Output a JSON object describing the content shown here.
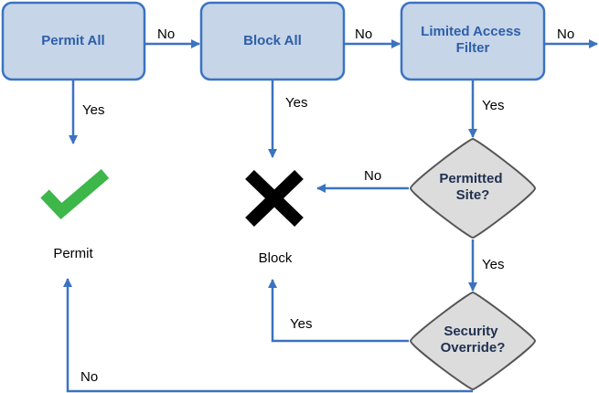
{
  "colors": {
    "box_fill": "#c6d5e8",
    "box_stroke": "#3b73c0",
    "box_text": "#2d5ea8",
    "diamond_fill": "#dcdcdc",
    "diamond_stroke": "#555555",
    "diamond_text": "#1f3050",
    "arrow": "#3b73c0",
    "check": "#3db64a",
    "cross": "#000000",
    "label_text": "#000000"
  },
  "nodes": {
    "permit_all": "Permit All",
    "block_all": "Block All",
    "limited_access_filter": [
      "Limited Access",
      "Filter"
    ],
    "permitted_site": [
      "Permitted",
      "Site?"
    ],
    "security_override": [
      "Security",
      "Override?"
    ]
  },
  "outcomes": {
    "permit": "Permit",
    "block": "Block",
    "permit_icon": "check-icon",
    "block_icon": "cross-icon"
  },
  "edges": {
    "permit_all_no": "No",
    "permit_all_yes": "Yes",
    "block_all_no": "No",
    "block_all_yes": "Yes",
    "filter_no": "No",
    "filter_yes": "Yes",
    "permitted_site_no": "No",
    "permitted_site_yes": "Yes",
    "security_override_yes": "Yes",
    "security_override_no": "No"
  }
}
